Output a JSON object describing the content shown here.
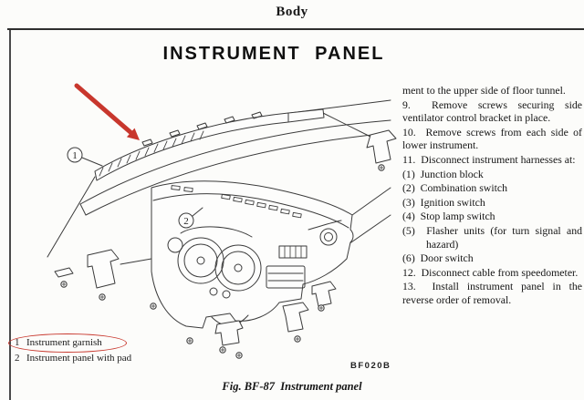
{
  "page": {
    "header": "Body",
    "title": "INSTRUMENT PANEL",
    "figure_code": "BF020B",
    "caption": "Fig. BF-87  Instrument panel"
  },
  "instructions": {
    "lines": [
      "ment to the upper side of floor tunnel.",
      "9.  Remove screws securing side ventilator control bracket in place.",
      "10.  Remove screws from each side of lower instrument.",
      "11.  Disconnect instrument harnesses at:",
      "(1)  Junction block",
      "(2)  Combination switch",
      "(3)  Ignition switch",
      "(4)  Stop lamp switch",
      "(5)  Flasher units (for turn signal and hazard)",
      "(6)  Door switch",
      "12.  Disconnect cable from speedometer.",
      "13.  Install instrument panel in the reverse order of removal."
    ]
  },
  "legend": {
    "items": [
      {
        "num": "1",
        "label": "Instrument garnish"
      },
      {
        "num": "2",
        "label": "Instrument panel with pad"
      }
    ]
  },
  "diagram": {
    "callouts": [
      "1",
      "2"
    ]
  },
  "colors": {
    "annotation_red": "#c8372d",
    "ink": "#3b3b3b"
  }
}
